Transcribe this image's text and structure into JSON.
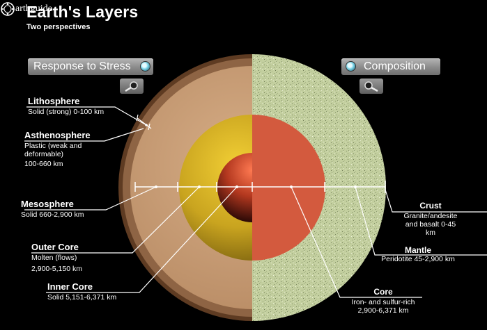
{
  "header": {
    "title": "Earth's Layers",
    "subtitle": "Two perspectives",
    "brand": "arthguide"
  },
  "controls": {
    "stress_label": "Response to Stress",
    "composition_label": "Composition"
  },
  "colors": {
    "background": "#000000",
    "lithosphere": "#5a3a22",
    "asthenosphere": "#a87a58",
    "mesosphere": "#caa07a",
    "outer_core": "#d1b021",
    "inner_core": "#b53a26",
    "crust_mantle": "#c9d4a8",
    "core": "#d85a3e"
  },
  "labels": {
    "lithosphere": {
      "name": "Lithosphere",
      "desc": "Solid (strong)   0-100 km"
    },
    "asthenosphere": {
      "name": "Asthenosphere",
      "desc1": "Plastic (weak and",
      "desc2": "deformable)",
      "desc3": "100-660 km"
    },
    "mesosphere": {
      "name": "Mesosphere",
      "desc": "Solid    660-2,900 km"
    },
    "outer_core": {
      "name": "Outer Core",
      "desc1": "Molten (flows)",
      "desc2": "2,900-5,150 km"
    },
    "inner_core": {
      "name": "Inner Core",
      "desc": "Solid    5,151-6,371 km"
    },
    "crust": {
      "name": "Crust",
      "desc1": "Granite/andesite",
      "desc2": "and basalt    0-45",
      "desc3": "km"
    },
    "mantle": {
      "name": "Mantle",
      "desc": "Peridotite    45-2,900 km"
    },
    "core": {
      "name": "Core",
      "desc1": "Iron- and sulfur-rich",
      "desc2": "2,900-6,371 km"
    }
  }
}
